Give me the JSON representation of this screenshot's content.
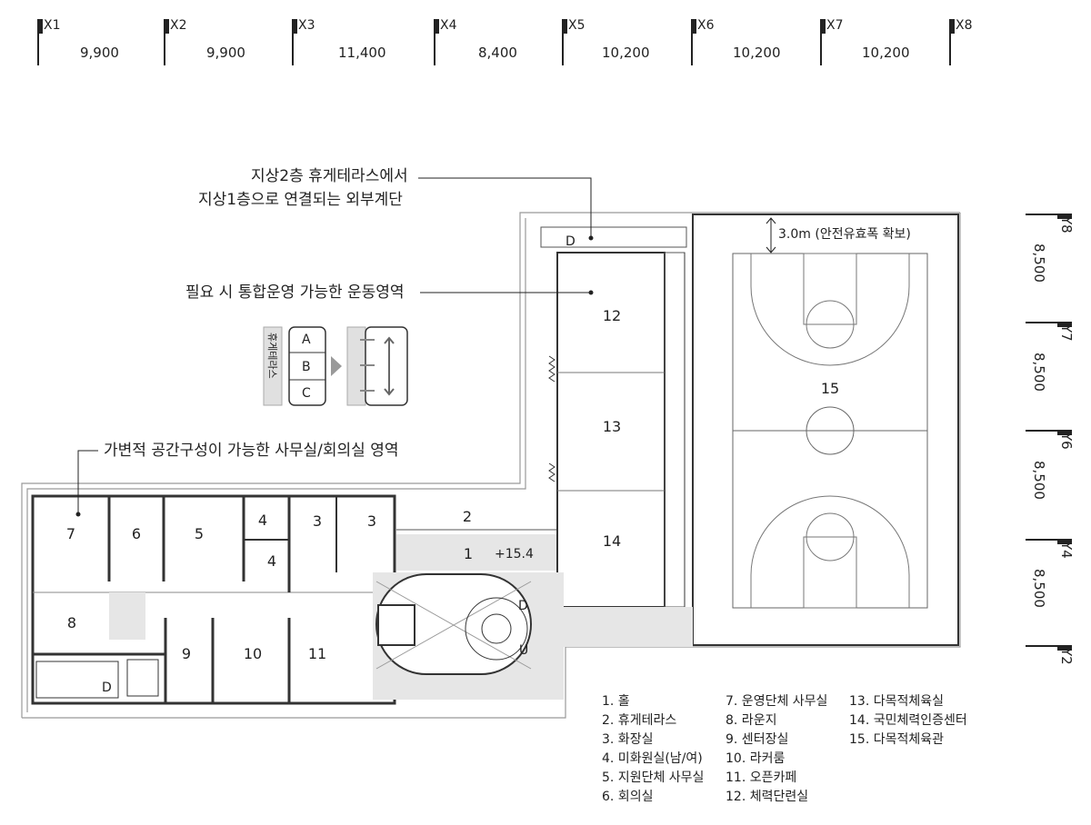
{
  "grid_x": {
    "labels": [
      "X1",
      "X2",
      "X3",
      "X4",
      "X5",
      "X6",
      "X7",
      "X8"
    ],
    "spans": [
      "9,900",
      "9,900",
      "11,400",
      "8,400",
      "10,200",
      "10,200",
      "10,200"
    ]
  },
  "grid_y": {
    "labels": [
      "Y8",
      "Y7",
      "Y6",
      "Y4",
      "Y2"
    ],
    "spans": [
      "8,500",
      "8,500",
      "8,500",
      "8,500"
    ]
  },
  "annotations": {
    "stair_note_line1": "지상2층 휴게테라스에서",
    "stair_note_line2": "지상1층으로 연결되는 외부계단",
    "sports_note": "필요 시 통합운영 가능한 운동영역",
    "office_note": "가변적 공간구성이 가능한 사무실/회의실 영역",
    "safety_clearance": "3.0m (안전유효폭 확보)",
    "level": "+15.4"
  },
  "diagram": {
    "terrace_label": "휴게테라스",
    "zones": [
      "A",
      "B",
      "C"
    ]
  },
  "rooms": {
    "r1": "1",
    "r2": "2",
    "r3a": "3",
    "r3b": "3",
    "r4a": "4",
    "r4b": "4",
    "r5": "5",
    "r6": "6",
    "r7": "7",
    "r8": "8",
    "r9": "9",
    "r10": "10",
    "r11": "11",
    "r12": "12",
    "r13": "13",
    "r14": "14",
    "r15": "15"
  },
  "markers": {
    "d1": "D",
    "d2": "D",
    "d3": "D",
    "u1": "U"
  },
  "legend": {
    "col1": [
      "1. 홀",
      "2. 휴게테라스",
      "3. 화장실",
      "4. 미화원실(남/여)",
      "5. 지원단체 사무실",
      "6. 회의실"
    ],
    "col2": [
      "7. 운영단체 사무실",
      "8. 라운지",
      "9. 센터장실",
      "10. 라커룸",
      "11. 오픈카페",
      "12. 체력단련실"
    ],
    "col3": [
      "13. 다목적체육실",
      "14. 국민체력인증센터",
      "15. 다목적체육관"
    ]
  }
}
